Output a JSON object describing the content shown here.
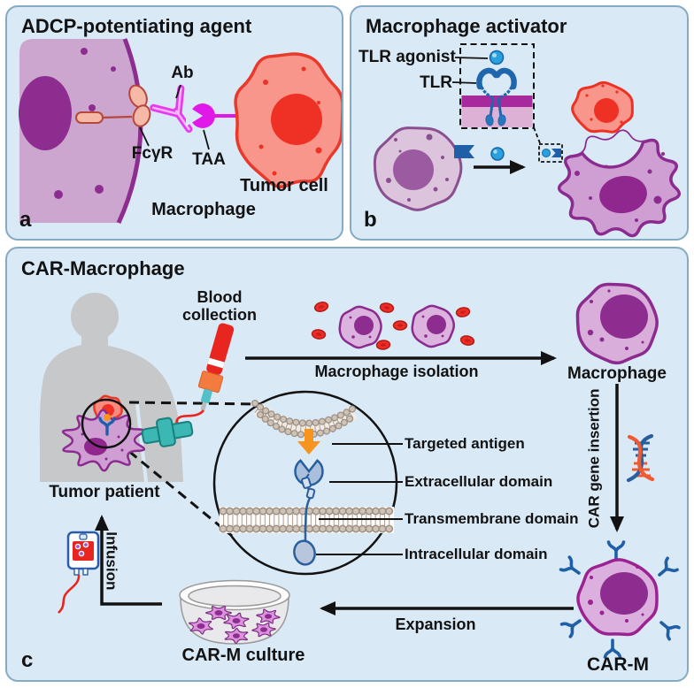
{
  "figure": {
    "description": "Macrophage-based cancer immunotherapy strategies figure with three panels"
  },
  "colors": {
    "panel_bg": "#d9e9f6",
    "panel_border": "#85abc2",
    "macrophage_fill": "#d4a9d6",
    "macrophage_outline": "#8b2b8f",
    "nucleus_purple": "#8e2d90",
    "resting_macrophage_fill": "#dcc5dc",
    "resting_macrophage_outline": "#8a4f8e",
    "tumor_fill": "#f8968b",
    "tumor_outline": "#ee3124",
    "receptor_blue": "#1f5fa8",
    "agonist_blue": "#2aa0dc",
    "antibody_magenta": "#e83af0",
    "taa_magenta": "#e018e8",
    "fcgr_salmon": "#f6b9a8",
    "arrow_orange": "#f7941d",
    "dna_blue": "#2a5f9e",
    "dna_orange": "#f05a33",
    "blood_red": "#e8251f",
    "tourniquet_teal": "#3cb8b4",
    "silhouette_gray": "#c6c8ca",
    "membrane_bead": "#cfc2b6",
    "arrow_black": "#121212"
  },
  "panel_a": {
    "letter": "a",
    "title": "ADCP-potentiating agent",
    "labels": {
      "ab": "Ab",
      "fcgr": "FcγR",
      "taa": "TAA",
      "tumor_cell": "Tumor cell",
      "macrophage": "Macrophage"
    }
  },
  "panel_b": {
    "letter": "b",
    "title": "Macrophage activator",
    "labels": {
      "tlr_agonist": "TLR agonist",
      "tlr": "TLR"
    }
  },
  "panel_c": {
    "letter": "c",
    "title": "CAR-Macrophage",
    "labels": {
      "blood_collection": "Blood collection",
      "tumor_patient": "Tumor patient",
      "macrophage_isolation": "Macrophage isolation",
      "macrophage": "Macrophage",
      "car_gene_insertion": "CAR gene insertion",
      "targeted_antigen": "Targeted antigen",
      "extracellular_domain": "Extracellular domain",
      "transmembrane_domain": "Transmembrane domain",
      "intracellular_domain": "Intracellular domain",
      "infusion": "Infusion",
      "car_m_culture": "CAR-M culture",
      "expansion": "Expansion",
      "car_m": "CAR-M"
    }
  }
}
